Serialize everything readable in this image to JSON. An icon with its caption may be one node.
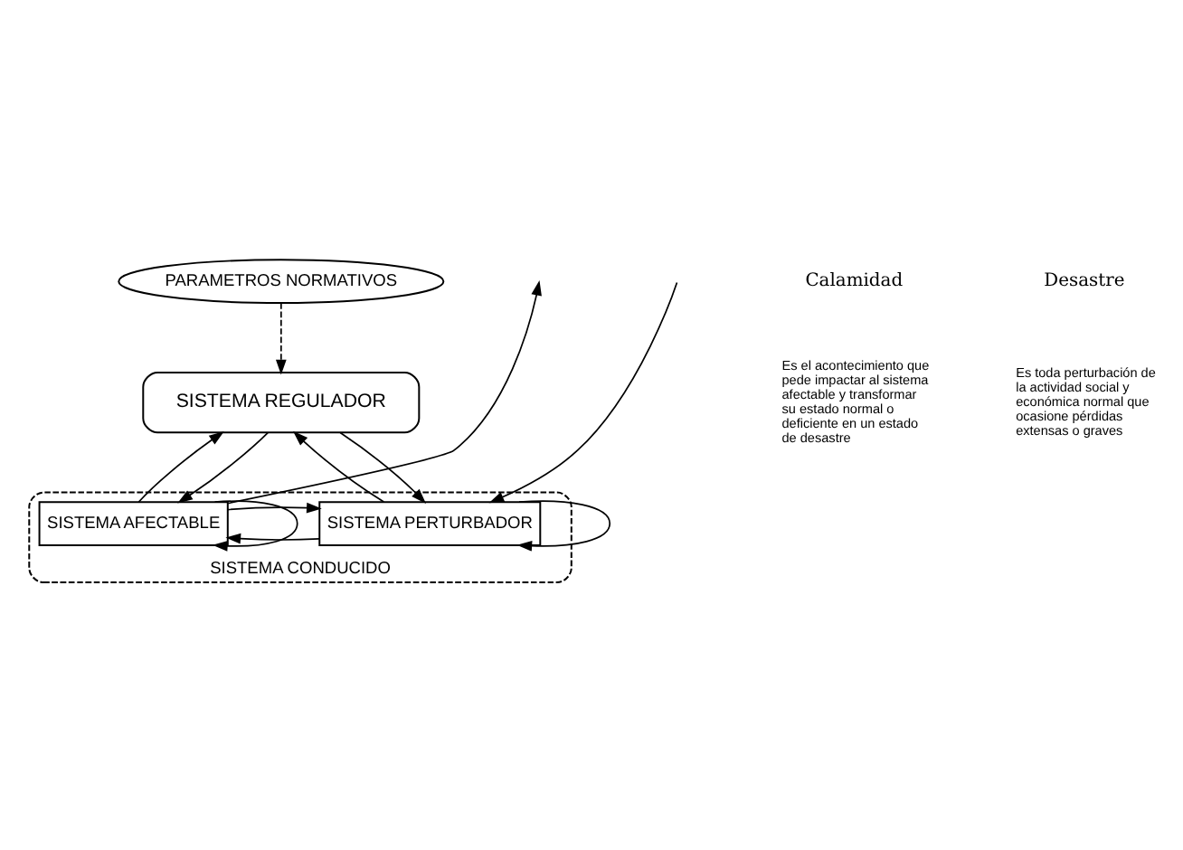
{
  "diagram": {
    "nodes": [
      {
        "text": [
          "PARAMETROS NORMATIVOS"
        ]
      },
      {
        "text": [
          "SISTEMA REGULADOR"
        ]
      },
      {
        "text": [
          "SISTEMA CONDUCIDO"
        ]
      },
      {
        "text": [
          "SISTEMA PERTURBADOR"
        ],
        "in": 2
      },
      {
        "text": [
          "SISTEMA AFECTABLE"
        ],
        "in": 2
      }
    ],
    "edges": [
      {
        "from": 0,
        "to": 1,
        "arrow": "to",
        "style": "dashed"
      },
      {
        "from": 3,
        "to": 1,
        "arrow": "to"
      },
      {
        "from": 4,
        "to": 1,
        "arrow": "to"
      },
      {
        "from": 1,
        "to": 3,
        "arrow": "to"
      },
      {
        "from": 1,
        "to": 4,
        "arrow": "to"
      },
      {
        "from": null,
        "to": 3,
        "arrow": "to"
      },
      {
        "from": 3,
        "to": 4,
        "arrow": "to"
      },
      {
        "from": 4,
        "to": null,
        "arrow": "to"
      },
      {
        "from": 3,
        "to": 3,
        "arrow": "to"
      },
      {
        "from": 4,
        "to": 3,
        "arrow": "to"
      },
      {
        "from": 4,
        "to": 4,
        "arrow": "to"
      }
    ],
    "labels": [
      "Calamidad",
      "Es el acontecimiento que pede impactar al sistema afectable y transformar su estado normal o deficiente en un estado de desastre",
      "Desastre",
      "Es toda perturbación de la actividad social y económica normal que ocasione pérdidas extensas o graves"
    ]
  }
}
